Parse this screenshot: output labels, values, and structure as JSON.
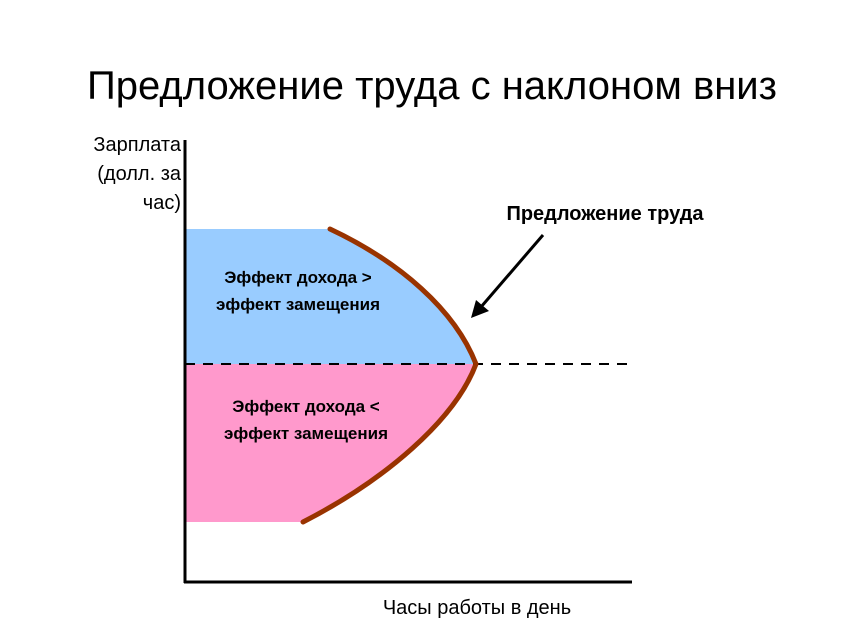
{
  "slide": {
    "title": "Предложение труда с наклоном вниз"
  },
  "chart_data": {
    "type": "line",
    "title": "Предложение труда с наклоном вниз",
    "xlabel": "Часы работы в день",
    "ylabel_lines": [
      "Зарплата",
      "(долл. за",
      "час)"
    ],
    "grid": false,
    "series": [
      {
        "name": "Предложение труда",
        "color": "#993300"
      }
    ],
    "regions": [
      {
        "lines": [
          "Эффект дохода >",
          "эффект замещения"
        ],
        "position": "upper",
        "color": "#99ccff"
      },
      {
        "lines": [
          "Эффект дохода <",
          "эффект замещения"
        ],
        "position": "lower",
        "color": "#ff99cc"
      }
    ],
    "reference_line": "dashed horizontal at turning point",
    "arrow": "points from curve label to curve"
  }
}
